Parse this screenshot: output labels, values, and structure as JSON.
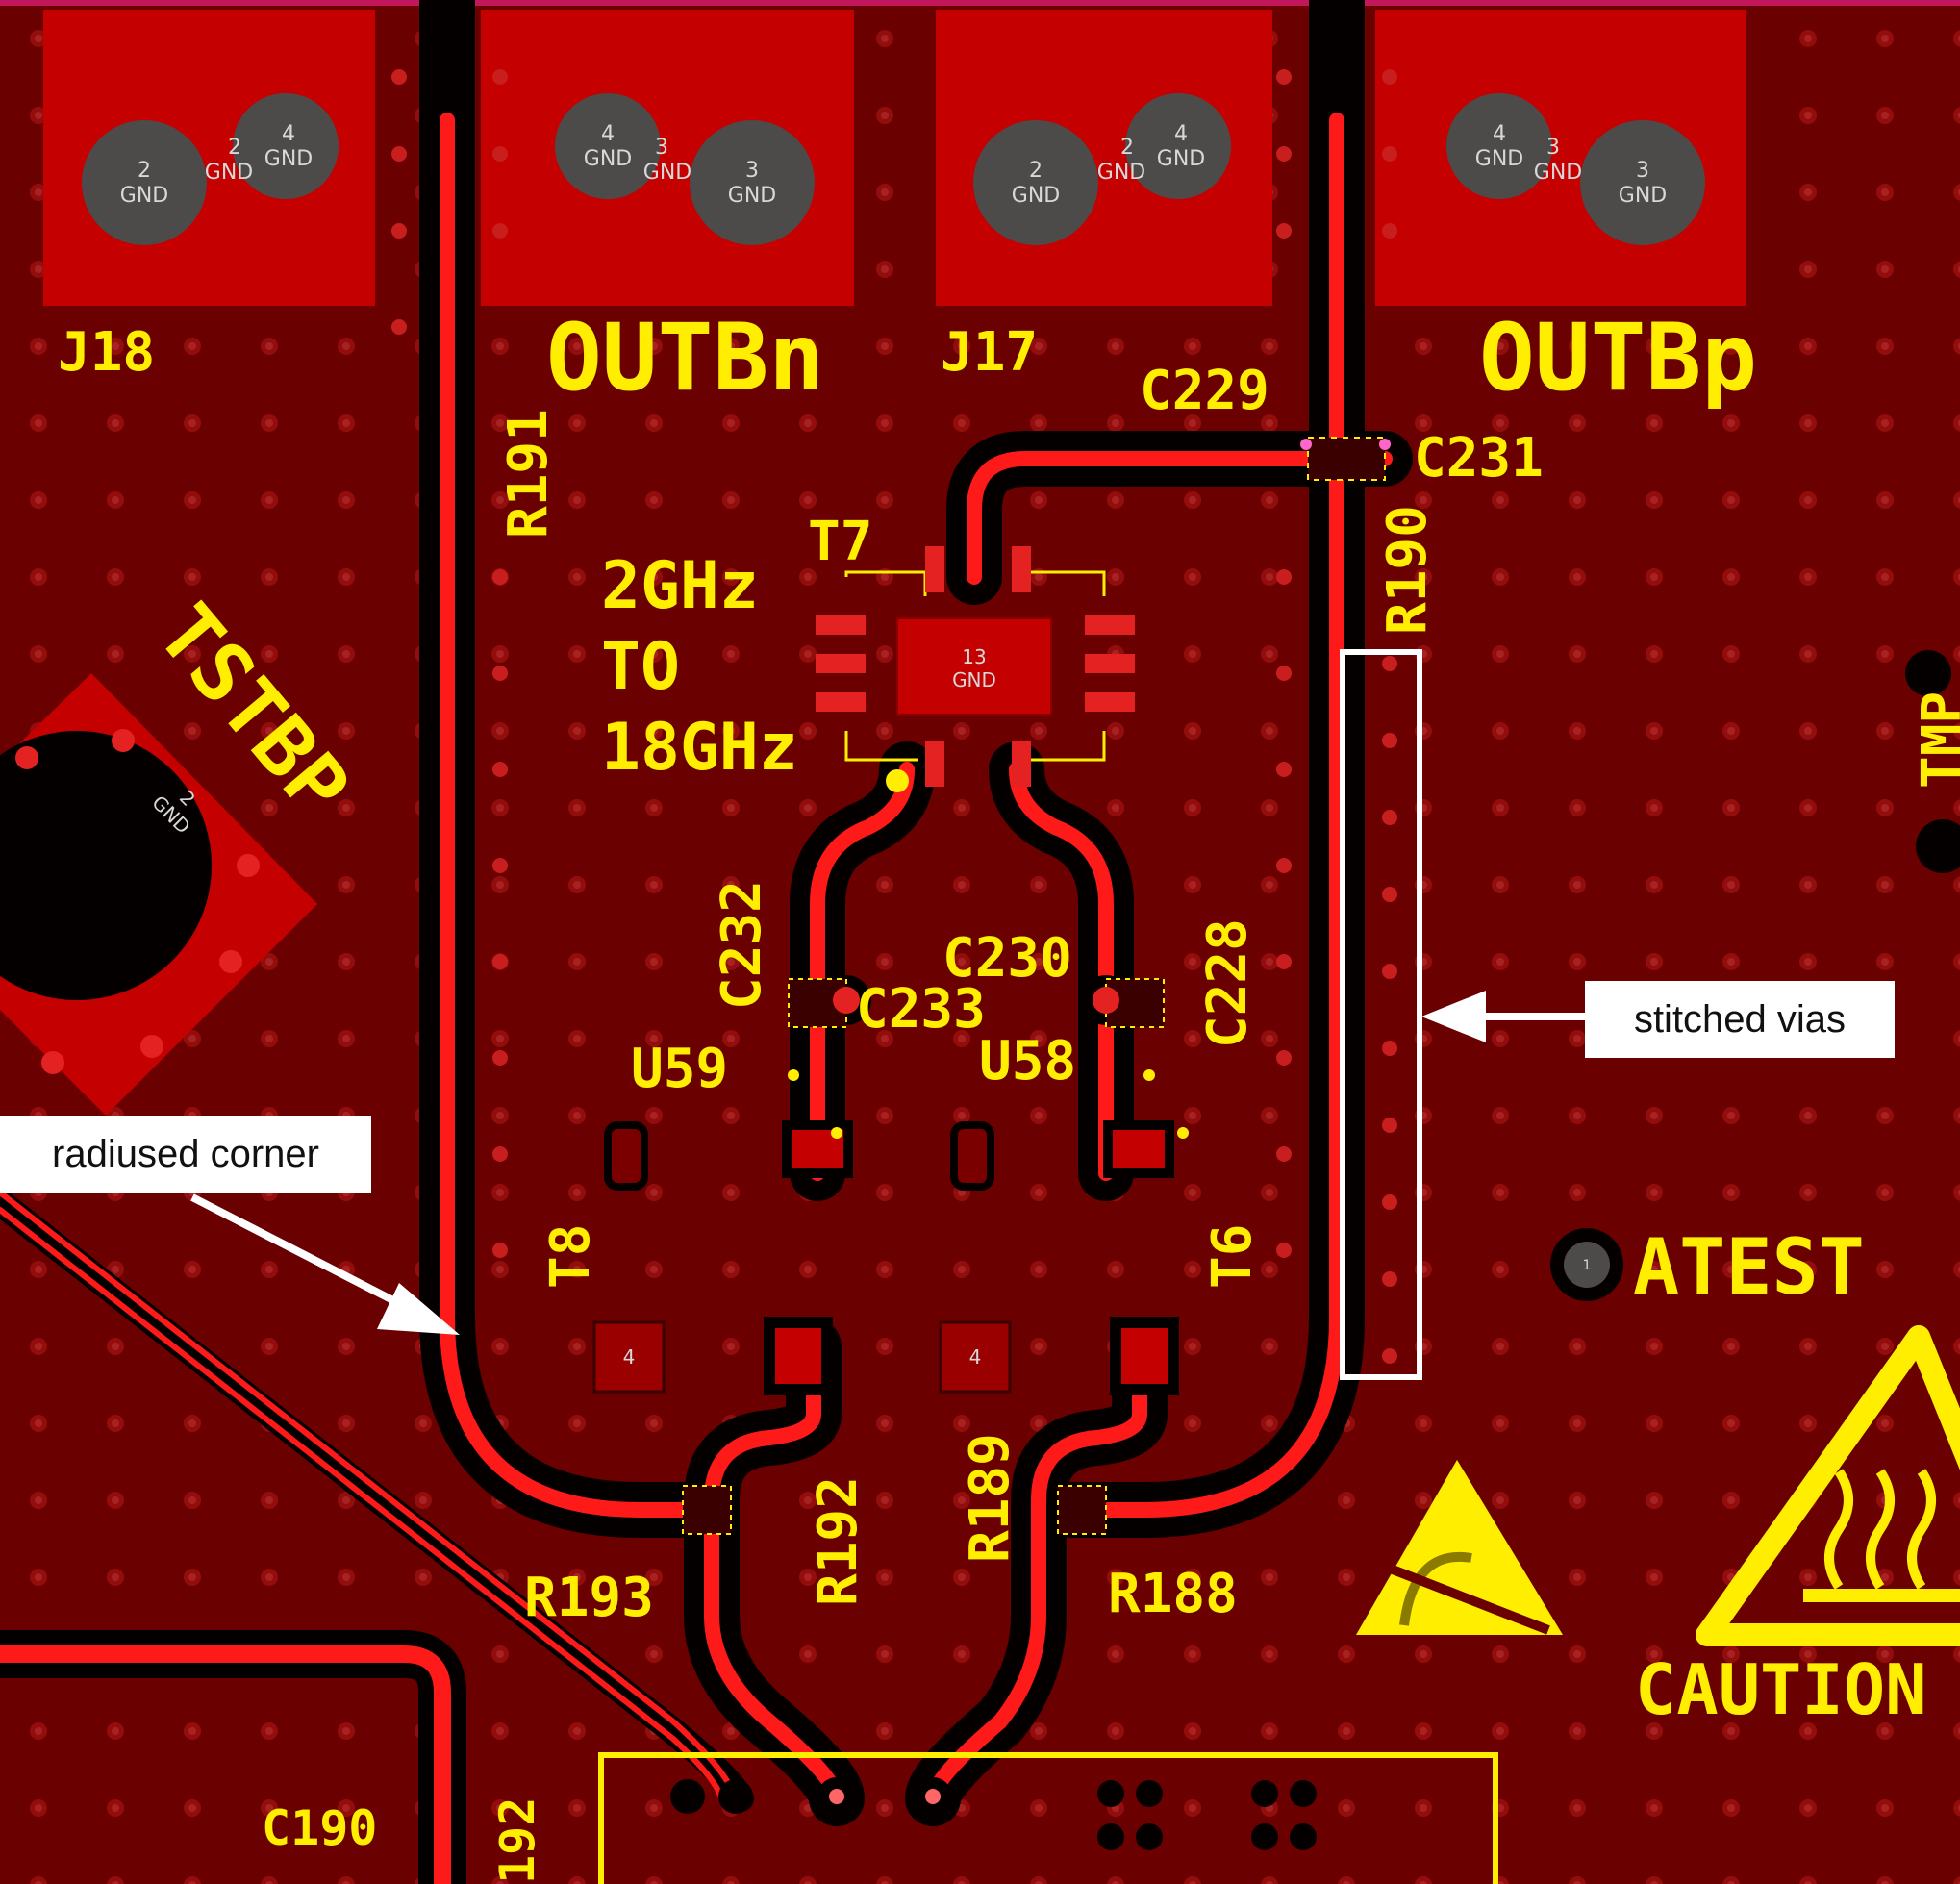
{
  "colors": {
    "board": "#5a0000",
    "copper": "#c40000",
    "trace": "#ff1a1a",
    "keepout": "#050000",
    "silkscreen": "#ffee00",
    "pad_gray": "#4d4a4a",
    "via": "#e52222",
    "annotation_bg": "#ffffff",
    "annotation_arrow": "#ffffff"
  },
  "connectors": [
    {
      "ref": "J18",
      "pads": [
        {
          "num": "2",
          "net": "GND"
        },
        {
          "num": "4",
          "net": "GND"
        },
        {
          "num": "2",
          "net": "GND"
        }
      ]
    },
    {
      "ref": "OUTBn",
      "pads": [
        {
          "num": "4",
          "net": "GND"
        },
        {
          "num": "3",
          "net": "GND"
        },
        {
          "num": "3",
          "net": "GND"
        }
      ]
    },
    {
      "ref": "J17",
      "pads": [
        {
          "num": "2",
          "net": "GND"
        },
        {
          "num": "4",
          "net": "GND"
        },
        {
          "num": "2",
          "net": "GND"
        }
      ]
    },
    {
      "ref": "OUTBp",
      "pads": [
        {
          "num": "4",
          "net": "GND"
        },
        {
          "num": "3",
          "net": "GND"
        },
        {
          "num": "3",
          "net": "GND"
        }
      ]
    }
  ],
  "balun": {
    "ref": "T7",
    "desc_lines": [
      "2GHz",
      "TO",
      "18GHz"
    ],
    "center_pad_num": "13",
    "center_pad_net": "GND"
  },
  "silkscreen": {
    "R191": "R191",
    "R190": "R190",
    "C229": "C229",
    "C231": "C231",
    "TSTBP": "TSTBP",
    "C232": "C232",
    "C233": "C233",
    "C230": "C230",
    "C228": "C228",
    "U59": "U59",
    "U58": "U58",
    "T8": "T8",
    "T6": "T6",
    "R192": "R192",
    "R189": "R189",
    "R193": "R193",
    "R188": "R188",
    "ATEST": "ATEST",
    "CAUTION": "CAUTION",
    "C190": "C190",
    "C192_partial": "192",
    "TMP_partial": "TMP",
    "TSTBP_pad_num": "2",
    "TSTBP_pad_net": "GND",
    "T8_pad": "4",
    "T6_pad": "4",
    "ATEST_pad": "1"
  },
  "annotations": {
    "stitched_vias": "stitched vias",
    "radiused_corner": "radiused corner"
  }
}
